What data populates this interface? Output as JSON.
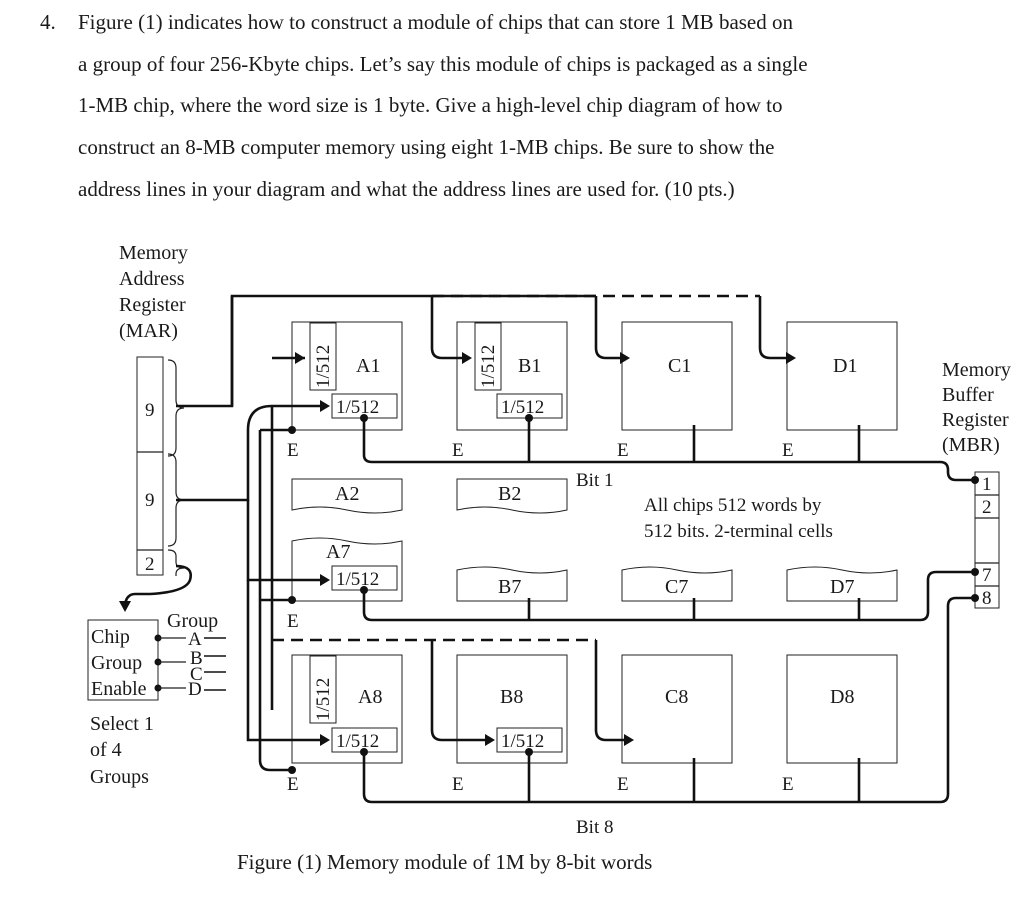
{
  "question": {
    "number": "4.",
    "lines": [
      "Figure (1) indicates how to construct a module of chips that can store 1 MB based on",
      "a group of four 256-Kbyte chips. Let’s say this module of chips is packaged as a single",
      "1-MB chip, where the word size is 1 byte. Give a high-level chip diagram of how to",
      "construct an 8-MB computer memory using eight 1-MB chips. Be sure to show the",
      "address lines in your diagram and what the address lines are used for. (10 pts.)"
    ]
  },
  "figure": {
    "mar_label": [
      "Memory",
      "Address",
      "Register",
      "(MAR)"
    ],
    "mar_fields": [
      "9",
      "9",
      "2"
    ],
    "mbr_label": [
      "Memory",
      "Buffer",
      "Register",
      "(MBR)"
    ],
    "mbr_bits": [
      "1",
      "2",
      "7",
      "8"
    ],
    "chips": {
      "A1": "A1",
      "B1": "B1",
      "C1": "C1",
      "D1": "D1",
      "A2": "A2",
      "B2": "B2",
      "A7": "A7",
      "B7": "B7",
      "C7": "C7",
      "D7": "D7",
      "A8": "A8",
      "B8": "B8",
      "C8": "C8",
      "D8": "D8"
    },
    "decoder_label": "1/512",
    "enable_label": "E",
    "bit1_label": "Bit 1",
    "bit8_label": "Bit 8",
    "note_lines": [
      "All chips 512 words by",
      "512 bits. 2-terminal cells"
    ],
    "group_label": "Group",
    "group_letters": [
      "A",
      "B",
      "C",
      "D"
    ],
    "chip_group_enable": [
      "Chip",
      "Group",
      "Enable"
    ],
    "select_lines": [
      "Select 1",
      "of 4",
      "Groups"
    ]
  },
  "caption": "Figure (1) Memory module of 1M by 8-bit words"
}
